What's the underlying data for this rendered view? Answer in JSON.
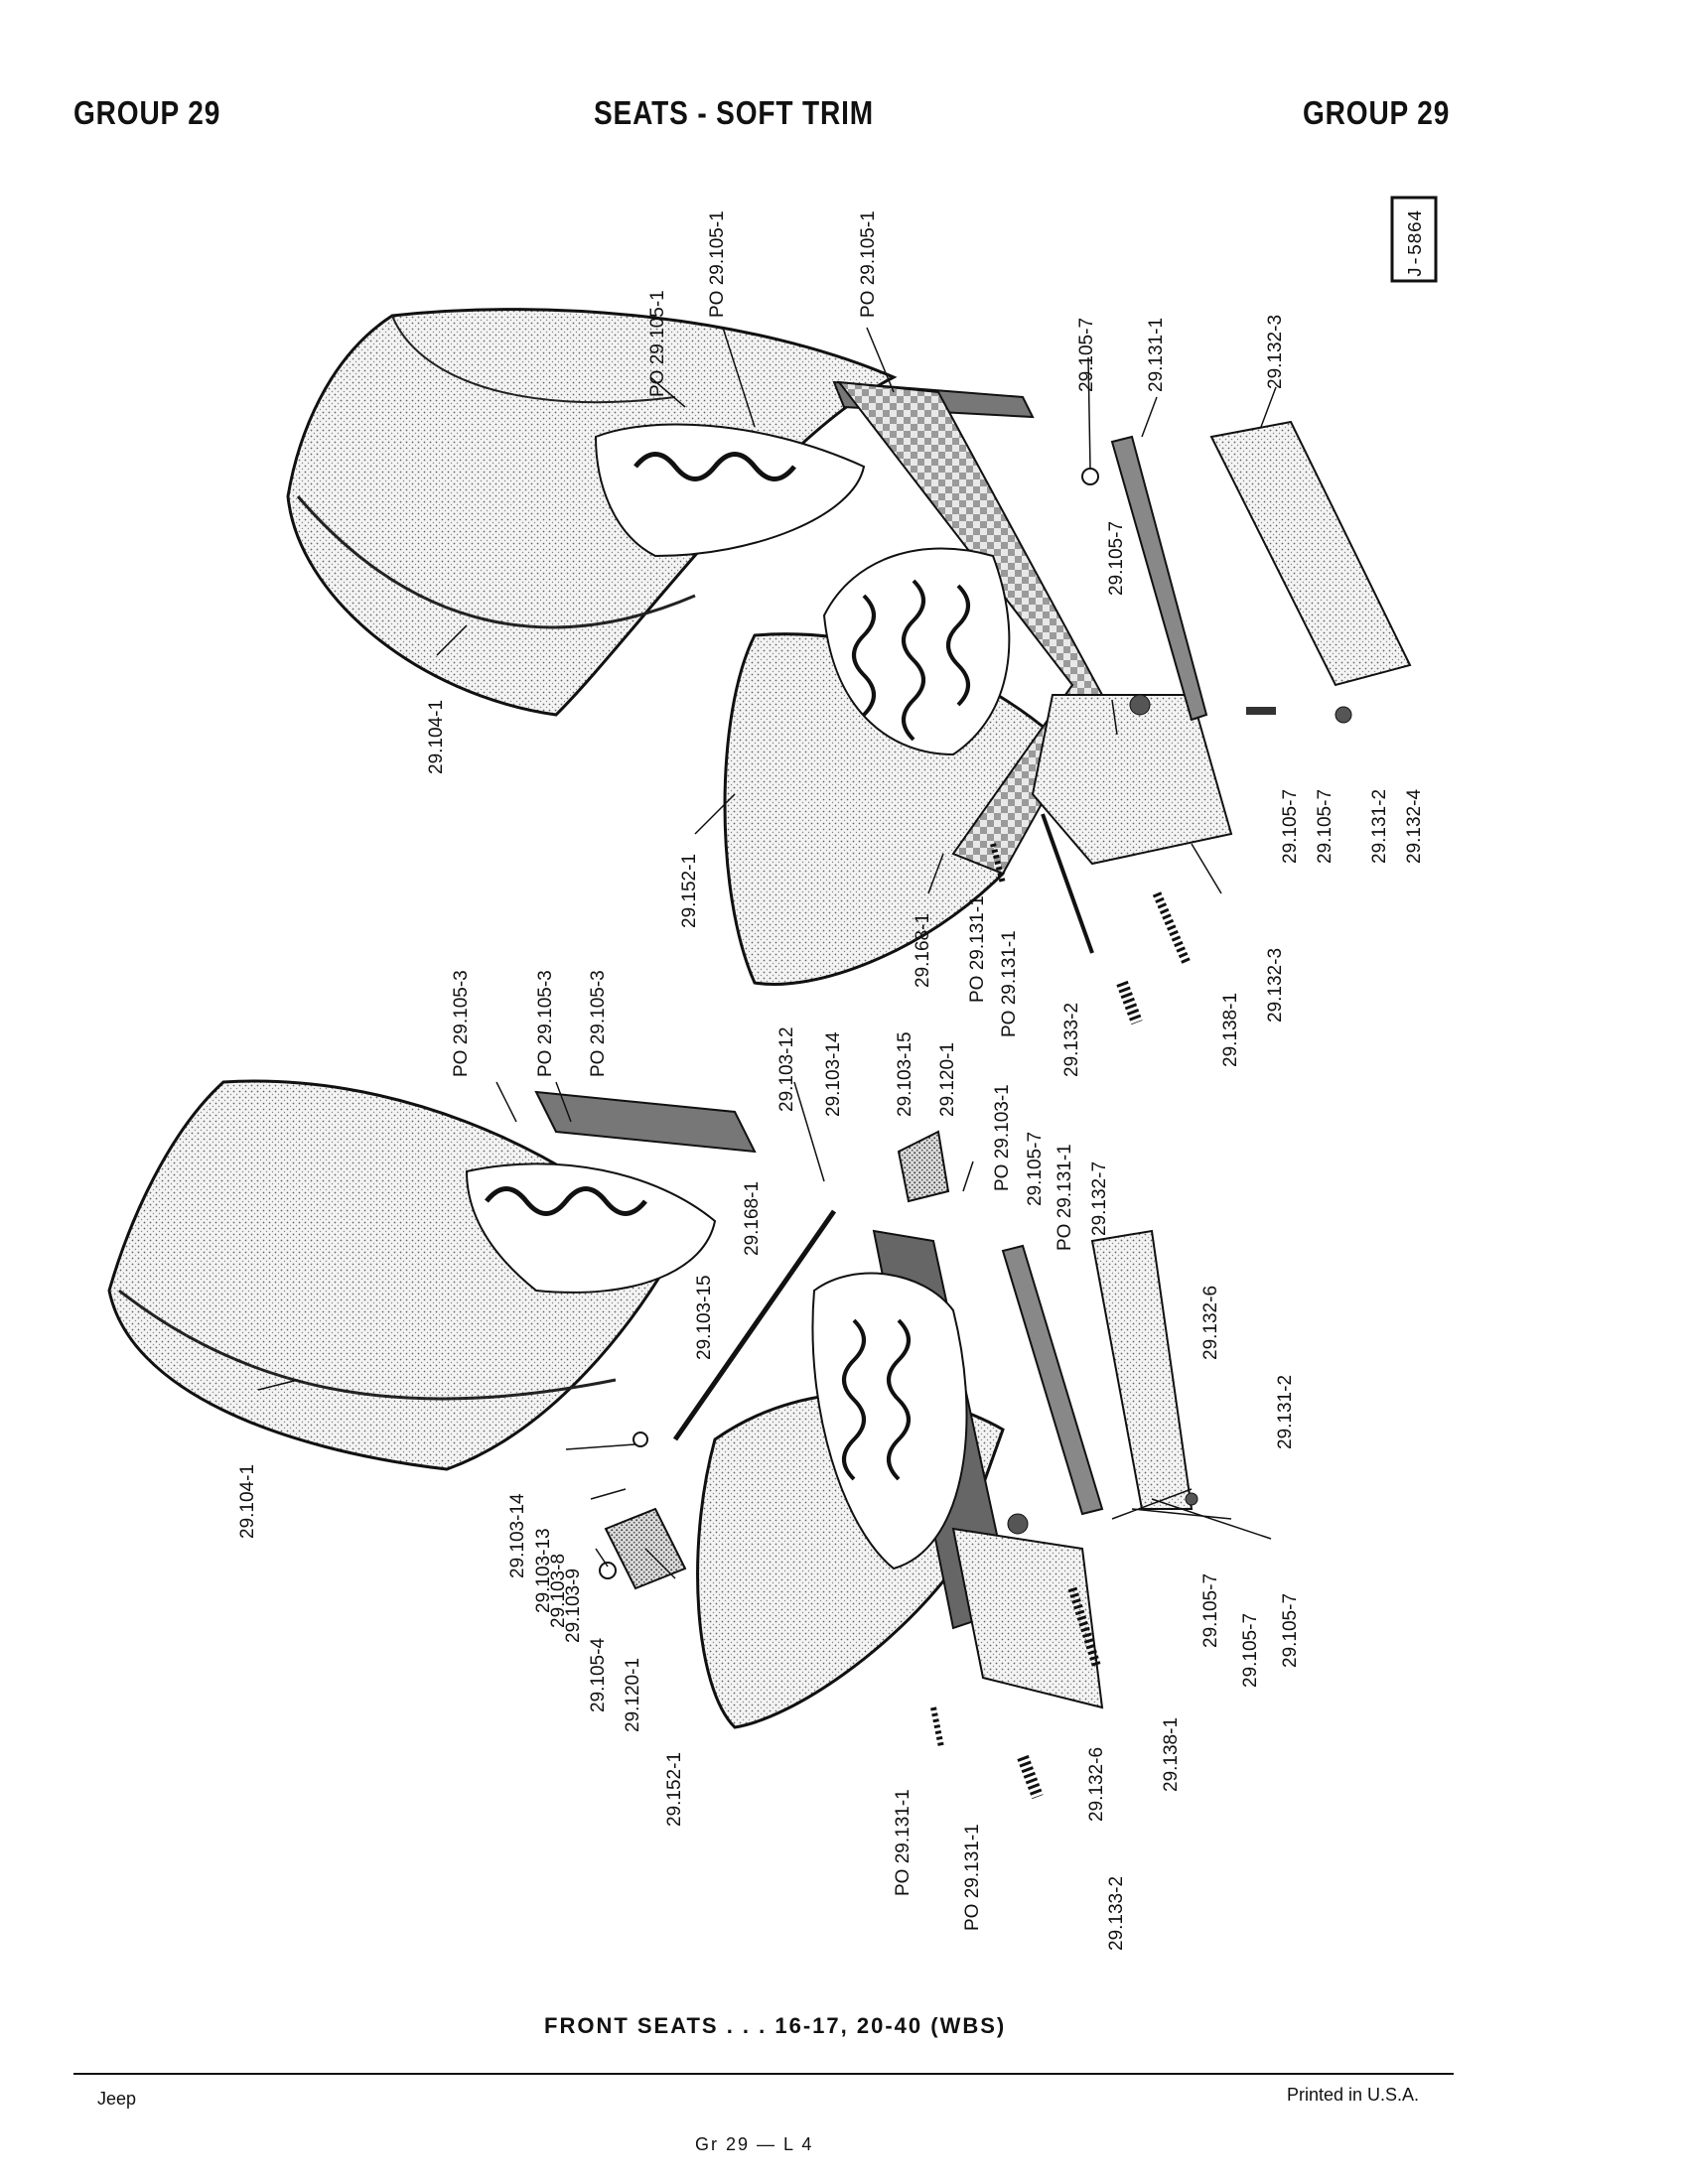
{
  "header": {
    "left": "GROUP 29",
    "center": "SEATS - SOFT TRIM",
    "right": "GROUP 29"
  },
  "plate_number": "J-5864",
  "callouts": {
    "top_po_1": "PO 29.105-1",
    "top_po_2": "PO 29.105-1",
    "top_po_3": "PO 29.105-1",
    "top_105_7a": "29.105-7",
    "top_131_1": "29.131-1",
    "top_132_3a": "29.132-3",
    "top_105_7b": "29.105-7",
    "top_104_1": "29.104-1",
    "top_152_1": "29.152-1",
    "top_168_1": "29.168-1",
    "top_po_131_a": "PO 29.131-1",
    "top_po_131_b": "PO 29.131-1",
    "top_133_2": "29.133-2",
    "top_138_1": "29.138-1",
    "top_132_3b": "29.132-3",
    "top_105_7c": "29.105-7",
    "top_105_7d": "29.105-7",
    "top_131_2": "29.131-2",
    "top_132_4": "29.132-4",
    "bot_po_3a": "PO 29.105-3",
    "bot_po_3b": "PO 29.105-3",
    "bot_po_3c": "PO 29.105-3",
    "bot_103_12": "29.103-12",
    "bot_103_14a": "29.103-14",
    "bot_103_15a": "29.103-15",
    "bot_120_1a": "29.120-1",
    "bot_po_103_1": "PO 29.103-1",
    "bot_105_7a": "29.105-7",
    "bot_po_131_1": "PO 29.131-1",
    "bot_132_7": "29.132-7",
    "bot_168_1": "29.168-1",
    "bot_103_15b": "29.103-15",
    "bot_132_6a": "29.132-6",
    "bot_131_2": "29.131-2",
    "bot_104_1": "29.104-1",
    "bot_103_14b": "29.103-14",
    "bot_103_13": "29.103-13",
    "bot_103_8": "29.103-8",
    "bot_103_9": "29.103-9",
    "bot_105_4": "29.105-4",
    "bot_120_1b": "29.120-1",
    "bot_152_1": "29.152-1",
    "bot_105_7b": "29.105-7",
    "bot_105_7c": "29.105-7",
    "bot_105_7d": "29.105-7",
    "bot_138_1": "29.138-1",
    "bot_132_6b": "29.132-6",
    "bot_po_131_a": "PO 29.131-1",
    "bot_po_131_b": "PO 29.131-1",
    "bot_133_2": "29.133-2"
  },
  "caption": "FRONT SEATS . . . 16-17, 20-40 (WBS)",
  "footer": {
    "left": "Jeep",
    "center": "Gr 29 — L 4",
    "right": "Printed in U.S.A."
  }
}
